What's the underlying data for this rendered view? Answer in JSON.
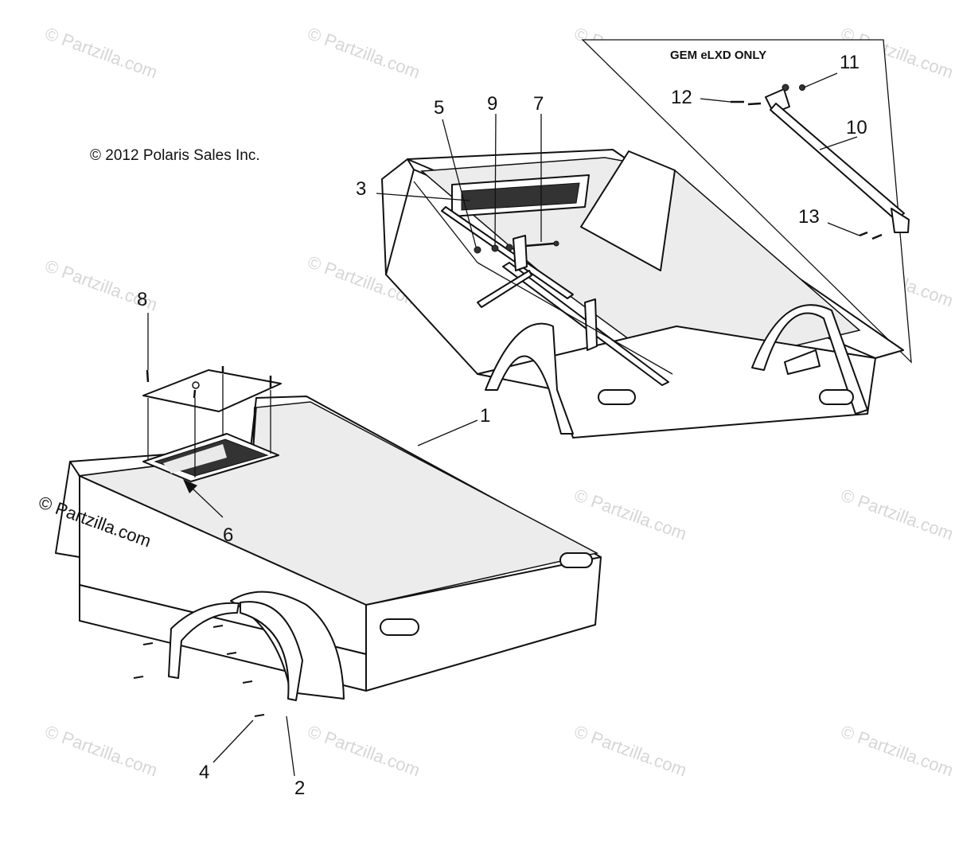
{
  "copyright": "© 2012 Polaris Sales Inc.",
  "inset_title": "GEM eLXD ONLY",
  "callouts": {
    "c1": "1",
    "c2": "2",
    "c3": "3",
    "c4": "4",
    "c5": "5",
    "c6": "6",
    "c7": "7",
    "c8": "8",
    "c9": "9",
    "c10": "10",
    "c11": "11",
    "c12": "12",
    "c13": "13"
  },
  "watermark": {
    "text": "Partzilla.com",
    "mark": "©"
  }
}
